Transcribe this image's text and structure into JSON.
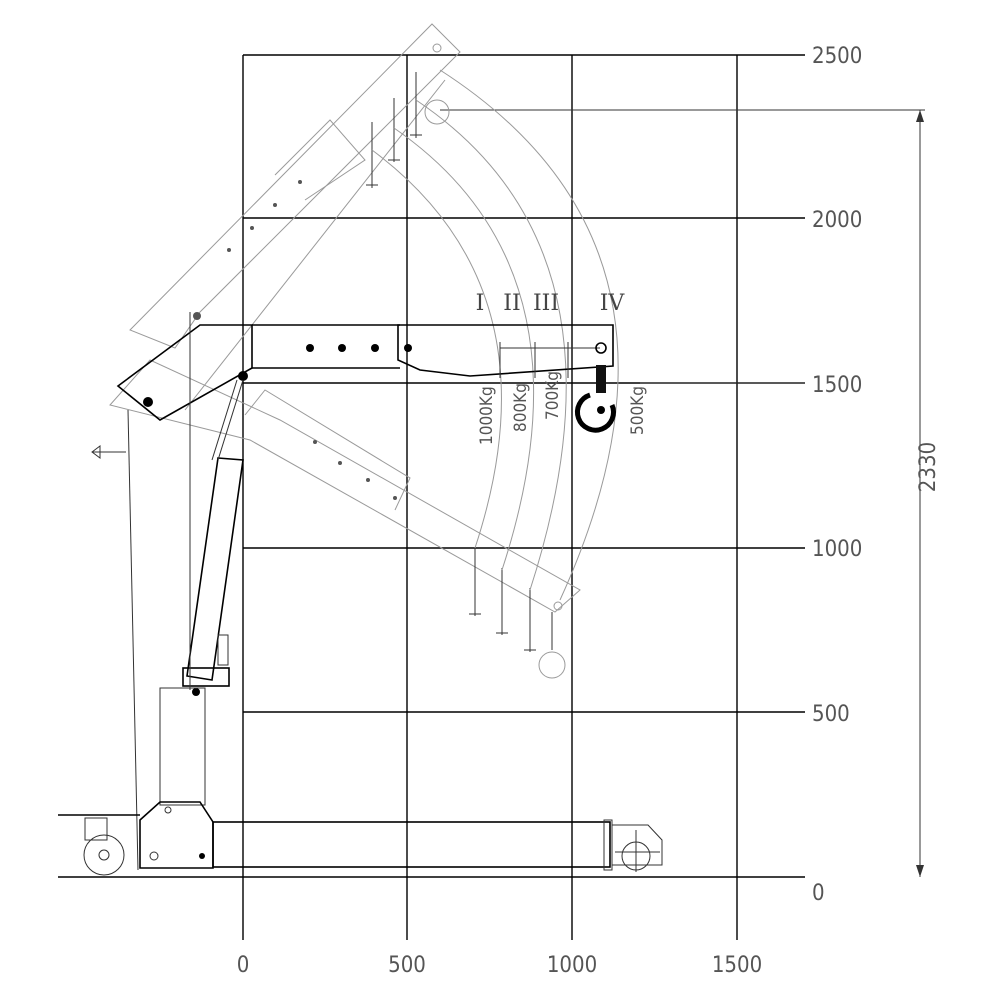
{
  "x_axis": {
    "ticks": [
      "0",
      "500",
      "1000",
      "1500"
    ]
  },
  "y_axis": {
    "ticks": [
      "2500",
      "2000",
      "1500",
      "1000",
      "500",
      "0"
    ]
  },
  "dimension": {
    "label": "2330"
  },
  "positions": [
    "I",
    "II",
    "III",
    "IV"
  ],
  "loads": [
    "1000Kg",
    "800Kg",
    "700Kg",
    "500Kg"
  ],
  "colors": {
    "lines": "#000000",
    "ghost": "#9a9a9a",
    "text": "#555555"
  }
}
